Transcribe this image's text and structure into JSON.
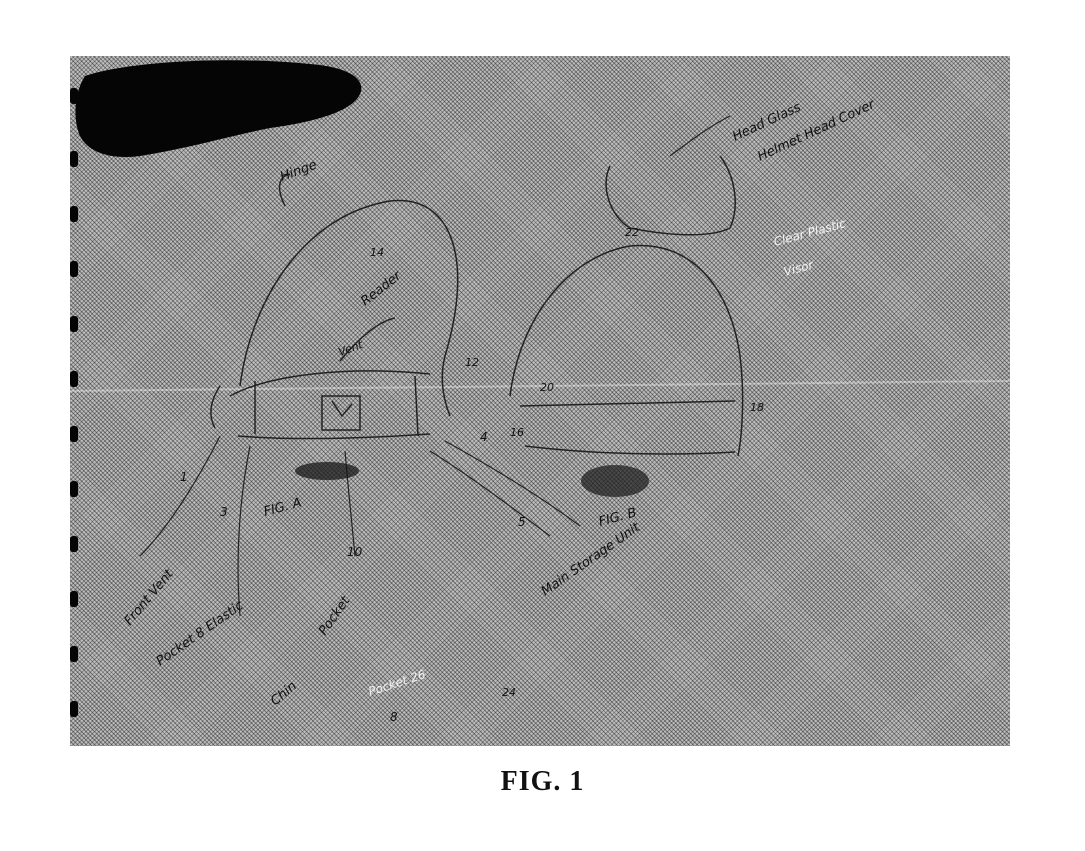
{
  "figure": {
    "caption": "FIG. 1"
  },
  "sketch": {
    "labels": {
      "fig_a": "FIG. A",
      "fig_b": "FIG. B",
      "side_note_1": "Head Glass",
      "side_note_2": "Helmet Head Cover",
      "side_note_3": "Clear Plastic",
      "side_note_4": "Visor",
      "storage": "Main Storage Unit",
      "hinge": "Hinge",
      "reader": "Reader",
      "pocket": "Pocket",
      "vent": "Vent",
      "pocket_ref": "Pocket 8 Elastic",
      "front_left": "Front Vent",
      "chin": "Chin",
      "note_lower": "Pocket 26",
      "marks": [
        "1",
        "3",
        "4",
        "5",
        "8",
        "10",
        "12",
        "14",
        "16",
        "18",
        "20",
        "22",
        "24"
      ]
    }
  },
  "colors": {
    "background": "#ffffff",
    "photo_tone": "#bdbdbd",
    "ink": "#111111"
  }
}
